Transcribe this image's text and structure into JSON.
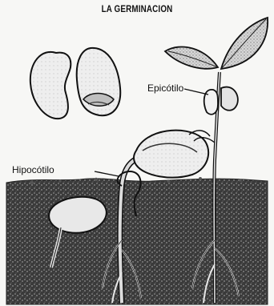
{
  "title": "LA GERMINACION",
  "labels": {
    "epicotilo": "Epicótilo",
    "hipocotilo": "Hipocótilo"
  },
  "colors": {
    "ink": "#111111",
    "soil_dark": "#2a2a2a",
    "paper": "#f7f7f5"
  }
}
